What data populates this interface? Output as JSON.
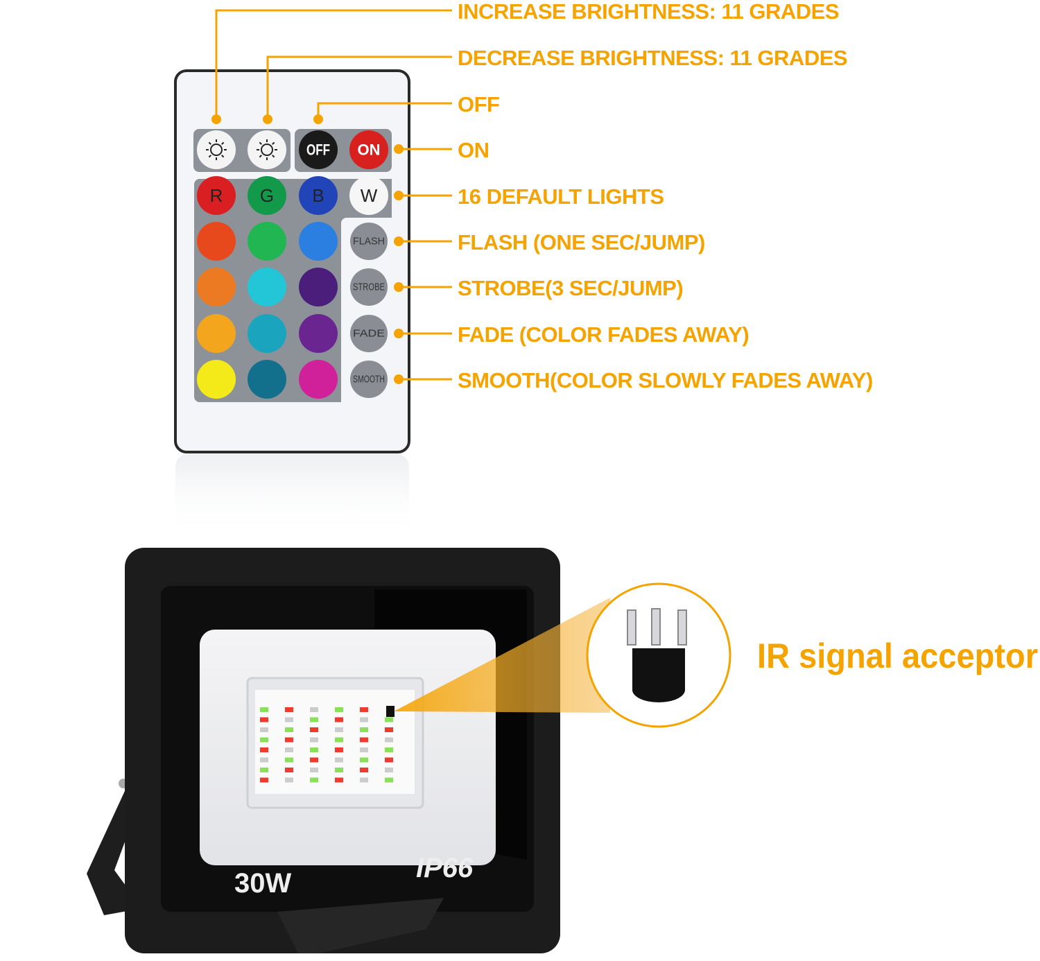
{
  "accent_color": "#f5a300",
  "callouts": [
    "INCREASE BRIGHTNESS: 11 GRADES",
    "DECREASE BRIGHTNESS: 11 GRADES",
    "OFF",
    "ON",
    "16 DEFAULT LIGHTS",
    "FLASH (ONE SEC/JUMP)",
    "STROBE(3 SEC/JUMP)",
    "FADE (COLOR FADES AWAY)",
    "SMOOTH(COLOR SLOWLY FADES AWAY)"
  ],
  "remote_buttons": [
    {
      "name": "brightness-up",
      "label": "",
      "icon": "sun-up-icon",
      "color": "#f4f4f4",
      "text": "#222"
    },
    {
      "name": "brightness-down",
      "label": "",
      "icon": "sun-down-icon",
      "color": "#f4f4f4",
      "text": "#222"
    },
    {
      "name": "off",
      "label": "OFF",
      "color": "#1a1a1a",
      "text": "#fff"
    },
    {
      "name": "on",
      "label": "ON",
      "color": "#d8201f",
      "text": "#fff"
    },
    {
      "name": "red",
      "label": "R",
      "color": "#d91f22",
      "text": "#222"
    },
    {
      "name": "green",
      "label": "G",
      "color": "#129a4a",
      "text": "#222"
    },
    {
      "name": "blue",
      "label": "B",
      "color": "#2145b8",
      "text": "#222"
    },
    {
      "name": "white",
      "label": "W",
      "color": "#f6f6f6",
      "text": "#222"
    },
    {
      "name": "color-1",
      "label": "",
      "color": "#e8491c"
    },
    {
      "name": "color-2",
      "label": "",
      "color": "#22b653"
    },
    {
      "name": "color-3",
      "label": "",
      "color": "#2a7fe0"
    },
    {
      "name": "flash",
      "label": "FLASH",
      "color": "#8a8e94",
      "text": "#333"
    },
    {
      "name": "color-4",
      "label": "",
      "color": "#ec7a22"
    },
    {
      "name": "color-5",
      "label": "",
      "color": "#22c6d6"
    },
    {
      "name": "color-6",
      "label": "",
      "color": "#4a1e7a"
    },
    {
      "name": "strobe",
      "label": "STROBE",
      "color": "#8a8e94",
      "text": "#333"
    },
    {
      "name": "color-7",
      "label": "",
      "color": "#f3a51e"
    },
    {
      "name": "color-8",
      "label": "",
      "color": "#1aa4be"
    },
    {
      "name": "color-9",
      "label": "",
      "color": "#6a2590"
    },
    {
      "name": "fade",
      "label": "FADE",
      "color": "#8a8e94",
      "text": "#333"
    },
    {
      "name": "color-10",
      "label": "",
      "color": "#f4ea1a"
    },
    {
      "name": "color-11",
      "label": "",
      "color": "#12708c"
    },
    {
      "name": "color-12",
      "label": "",
      "color": "#d0219a"
    },
    {
      "name": "smooth",
      "label": "SMOOTH",
      "color": "#8a8e94",
      "text": "#333"
    }
  ],
  "floodlight": {
    "wattage": "30W",
    "rating": "IP66"
  },
  "ir_label": "IR signal acceptor"
}
